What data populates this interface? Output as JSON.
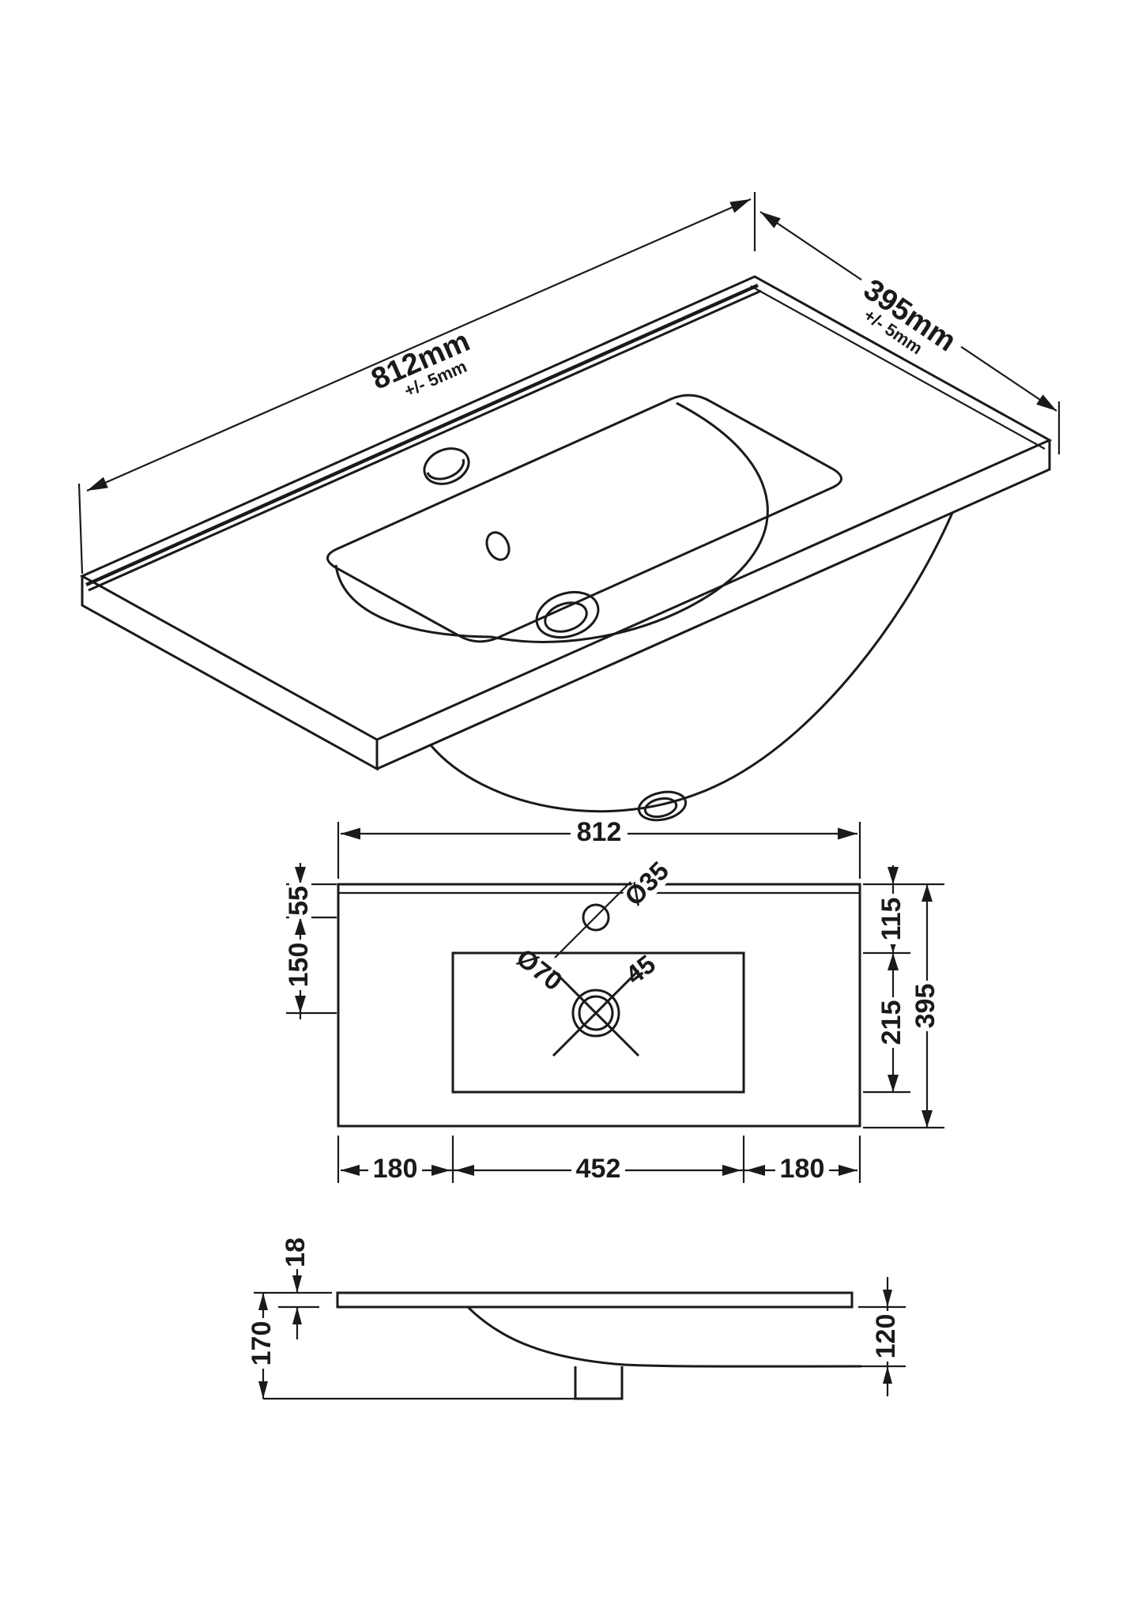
{
  "drawing": {
    "background": "#ffffff",
    "line_color": "#1a1a1a",
    "subject": "basin-worktop-technical-drawing"
  },
  "isometric": {
    "width_label": "812mm",
    "width_tolerance": "+/- 5mm",
    "depth_label": "395mm",
    "depth_tolerance": "+/- 5mm"
  },
  "plan": {
    "overall_width": "812",
    "edge_to_tap_center": "55",
    "tap_to_drain_center": "150",
    "tap_hole_diameter": "Ø35",
    "top_to_cutout": "115",
    "cutout_depth": "215",
    "overall_depth": "395",
    "drain_diameter": "Ø70",
    "drain_cross_note": "45",
    "left_margin": "180",
    "cutout_width": "452",
    "right_margin": "180"
  },
  "side": {
    "worktop_thickness": "18",
    "overall_height": "170",
    "bowl_depth": "120"
  }
}
